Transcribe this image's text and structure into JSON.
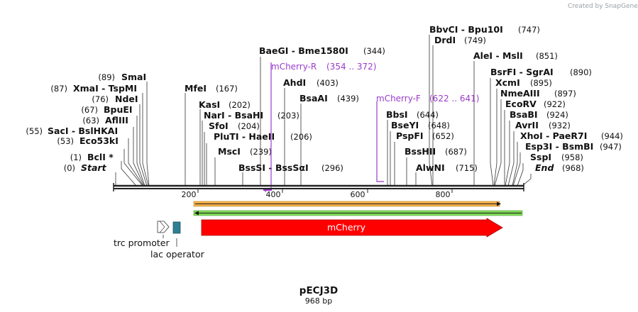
{
  "watermark": "Created by SnapGene",
  "plasmid": {
    "name": "pECJ3D",
    "length": "968 bp"
  },
  "axis_ticks": [
    "200",
    "400",
    "600",
    "800"
  ],
  "enzymes_left": [
    {
      "name": "SmaI",
      "pos": "(89)"
    },
    {
      "name": "XmaI - TspMI",
      "pos": "(87)"
    },
    {
      "name": "NdeI",
      "pos": "(76)"
    },
    {
      "name": "BpuEI",
      "pos": "(67)"
    },
    {
      "name": "AflIII",
      "pos": "(63)"
    },
    {
      "name": "SacI - BslHKAI",
      "pos": "(55)"
    },
    {
      "name": "Eco53kI",
      "pos": "(53)"
    },
    {
      "name": "BclI *",
      "pos": "(1)"
    },
    {
      "name": "Start",
      "pos": "(0)"
    }
  ],
  "enzymes_mid": [
    {
      "name": "MfeI",
      "pos": "(167)"
    },
    {
      "name": "KasI",
      "pos": "(202)"
    },
    {
      "name": "NarI - BsaHI",
      "pos": "(203)"
    },
    {
      "name": "SfoI",
      "pos": "(204)"
    },
    {
      "name": "PluTI - HaeII",
      "pos": "(206)"
    },
    {
      "name": "MscI",
      "pos": "(239)"
    },
    {
      "name": "BssSI - BssSαI",
      "pos": "(296)"
    },
    {
      "name": "BaeGI - Bme1580I",
      "pos": "(344)"
    },
    {
      "name": "AhdI",
      "pos": "(403)"
    },
    {
      "name": "BsaAI",
      "pos": "(439)"
    },
    {
      "name": "BbsI",
      "pos": "(644)"
    },
    {
      "name": "BseYI",
      "pos": "(648)"
    },
    {
      "name": "PspFI",
      "pos": "(652)"
    },
    {
      "name": "BssHII",
      "pos": "(687)"
    },
    {
      "name": "AlwNI",
      "pos": "(715)"
    },
    {
      "name": "BbvCI - Bpu10I",
      "pos": "(747)"
    },
    {
      "name": "DrdI",
      "pos": "(749)"
    },
    {
      "name": "AleI - MslI",
      "pos": "(851)"
    }
  ],
  "enzymes_right": [
    {
      "name": "BsrFI - SgrAI",
      "pos": "(890)"
    },
    {
      "name": "XcmI",
      "pos": "(895)"
    },
    {
      "name": "NmeAIII",
      "pos": "(897)"
    },
    {
      "name": "EcoRV",
      "pos": "(922)"
    },
    {
      "name": "BsaBI",
      "pos": "(924)"
    },
    {
      "name": "AvrII",
      "pos": "(932)"
    },
    {
      "name": "XhoI - PaeR7I",
      "pos": "(944)"
    },
    {
      "name": "Esp3I - BsmBI",
      "pos": "(947)"
    },
    {
      "name": "SspI",
      "pos": "(958)"
    },
    {
      "name": "End",
      "pos": "(968)"
    }
  ],
  "primers": [
    {
      "name": "mCherry-R",
      "range": "(354 .. 372)"
    },
    {
      "name": "mCherry-F",
      "range": "(622 .. 641)"
    }
  ],
  "features": {
    "mcherry": "mCherry",
    "promoter": "trc promoter",
    "operator": "lac operator"
  },
  "colors": {
    "mcherry": "#ff0000",
    "primer": "#9b3bc9",
    "orange_track": "#f5b04a",
    "green_track": "#7ed957",
    "operator": "#2f7f93"
  }
}
